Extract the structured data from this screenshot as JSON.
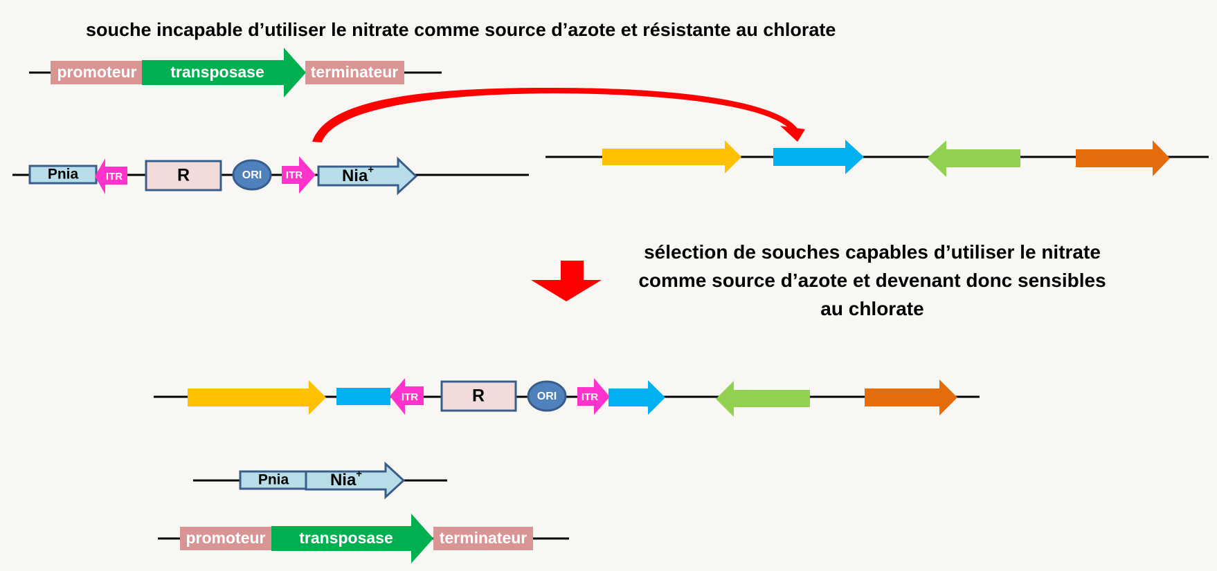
{
  "title": "souche incapable d’utiliser le nitrate comme source d’azote et résistante au chlorate",
  "selection_caption": [
    "sélection de souches capables d’utiliser le nitrate",
    "comme source d’azote et devenant donc sensibles",
    "au chlorate"
  ],
  "labels": {
    "promoter": "promoteur",
    "transposase": "transposase",
    "terminator": "terminateur",
    "pnia": "Pnia",
    "itr": "ITR",
    "r": "R",
    "ori": "ORI",
    "nia": "Nia",
    "nia_sup": "+"
  },
  "colors": {
    "background": "#f9f7f3",
    "promoter_box": "#d99594",
    "transposase_arrow": "#00b050",
    "pnia_box": "#b7dde8",
    "nia_arrow": "#b7dde8",
    "outline_blue": "#385d8a",
    "itr_arrow": "#ff33cc",
    "r_box": "#f2dcdb",
    "ori_circle": "#4f81bd",
    "gene_yellow": "#ffc000",
    "gene_blue": "#00b0f0",
    "gene_green": "#92d050",
    "gene_orange": "#e46c0a",
    "transposition_arrow": "#ff0000",
    "selection_arrow": "#ff0000"
  }
}
